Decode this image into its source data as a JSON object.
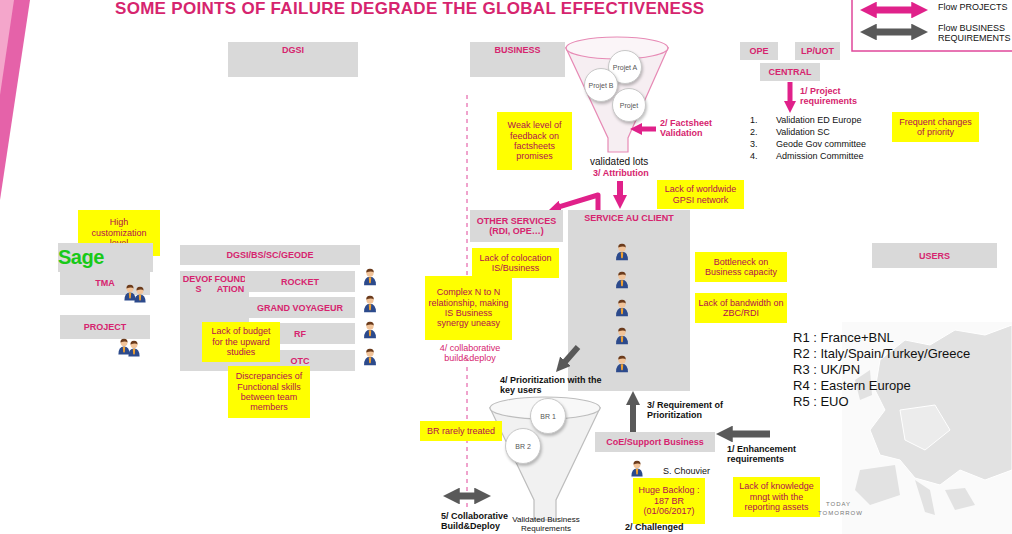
{
  "diagram": {
    "title": "SOME POINTS OF FAILURE DEGRADE THE GLOBAL EFFECTIVENESS",
    "nodes": [
      {
        "text": [
          "DGSI"
        ]
      },
      {
        "text": [
          "BUSINESS"
        ]
      },
      {
        "text": [
          "OPE"
        ]
      },
      {
        "text": [
          "LP/UOT"
        ]
      },
      {
        "text": [
          "CENTRAL"
        ]
      },
      {
        "text": [
          "Projet A"
        ]
      },
      {
        "text": [
          "Projet B"
        ]
      },
      {
        "text": [
          "Projet"
        ]
      },
      {
        "text": [
          "Weak level of feedback on factsheets promises"
        ]
      },
      {
        "text": [
          "Frequent changes of priority"
        ]
      },
      {
        "text": [
          "Lack of worldwide GPSI network"
        ]
      },
      {
        "text": [
          "High customization level"
        ]
      },
      {
        "text": [
          "Sage"
        ]
      },
      {
        "text": [
          "TMA"
        ]
      },
      {
        "text": [
          "PROJECT"
        ]
      },
      {
        "text": [
          "DGSI/BS/SC/GEODE"
        ]
      },
      {
        "text": [
          "DEVOPS"
        ]
      },
      {
        "text": [
          "FOUNDATION"
        ]
      },
      {
        "text": [
          "ROCKET"
        ]
      },
      {
        "text": [
          "GRAND VOYAGEUR"
        ]
      },
      {
        "text": [
          "RF"
        ]
      },
      {
        "text": [
          "OTC"
        ]
      },
      {
        "text": [
          "OTHER SERVICES (RDI, OPE…)"
        ]
      },
      {
        "text": [
          "SERVICE AU CLIENT"
        ]
      },
      {
        "text": [
          "USERS"
        ]
      },
      {
        "text": [
          "Lack of colocation IS/Business"
        ]
      },
      {
        "text": [
          "Complex N to N relationship, making IS Business synergy uneasy"
        ]
      },
      {
        "text": [
          "Bottleneck on Business capacity"
        ]
      },
      {
        "text": [
          "Lack of bandwidth on ZBC/RDI"
        ]
      },
      {
        "text": [
          "Lack of budget for the upward studies"
        ]
      },
      {
        "text": [
          "Discrepancies of Functional skills between team members"
        ]
      },
      {
        "text": [
          "BR rarely treated"
        ]
      },
      {
        "text": [
          "BR 1"
        ]
      },
      {
        "text": [
          "BR 2"
        ]
      },
      {
        "text": [
          "CoE/Support Business"
        ]
      },
      {
        "text": [
          "Huge Backlog : 187 BR (01/06/2017)"
        ]
      },
      {
        "text": [
          "Lack of knowledge mngt with the reporting assets"
        ]
      }
    ],
    "edges": [
      {
        "from": 23,
        "to": 22,
        "arrow": "to"
      },
      {
        "from": 34,
        "to": 23,
        "arrow": "to",
        "label": "3/ Requirement of Prioritization"
      }
    ],
    "labels": [
      "1/ Project requirements",
      "1.",
      "Validation ED Europe",
      "2.",
      "Validation SC",
      "3.",
      "Geode Gov committee",
      "4.",
      "Admission Committee",
      "2/ Factsheet Validation",
      "validated lots",
      "3/ Attribution",
      "4/ collaborative build&deploy",
      "4/ Prioritization with the key users",
      "1/ Enhancement requirements",
      "S. Chouvier",
      "2/ Challenged",
      "5/ Collaborative Build&Deploy",
      "Validated Business Requirements",
      "R1 : France+BNL",
      "R2 : Italy/Spain/Turkey/Greece",
      "R3 : UK/PN",
      "R4 : Eastern Europe",
      "R5 : EUO",
      "TODAY",
      "TOMORROW"
    ],
    "legend": [
      {
        "text": "Flow PROJECTS"
      },
      {
        "text": "Flow BUSINESS REQUIREMENTS"
      }
    ]
  }
}
